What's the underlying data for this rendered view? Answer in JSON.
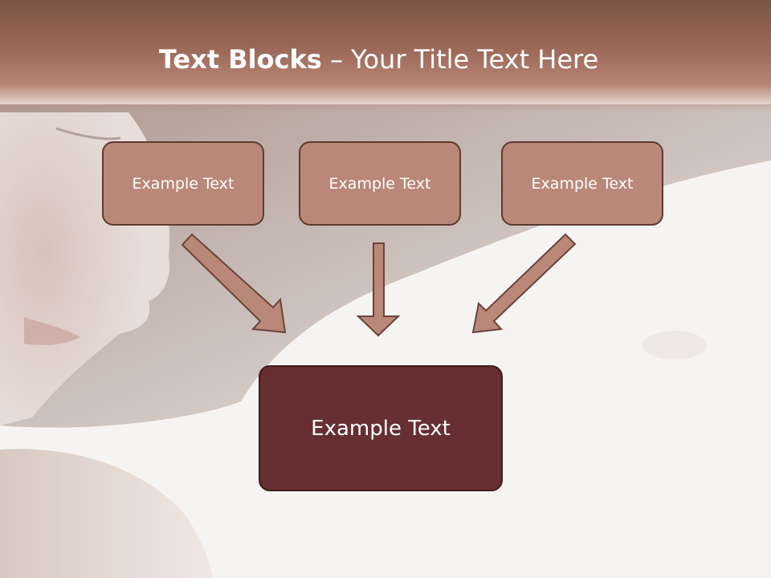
{
  "slide": {
    "title_bold": "Text Blocks",
    "title_separator": " – ",
    "title_rest": "Your Title Text Here"
  },
  "blocks": {
    "top": [
      {
        "label": "Example Text"
      },
      {
        "label": "Example Text"
      },
      {
        "label": "Example Text"
      }
    ],
    "bottom": {
      "label": "Example Text"
    }
  },
  "colors": {
    "title_band": "#9c6a59",
    "small_box_fill": "#b98878",
    "small_box_border": "#5e3a30",
    "big_box_fill": "#672f31",
    "arrow_fill": "#b98878",
    "arrow_stroke": "#6a443a"
  }
}
